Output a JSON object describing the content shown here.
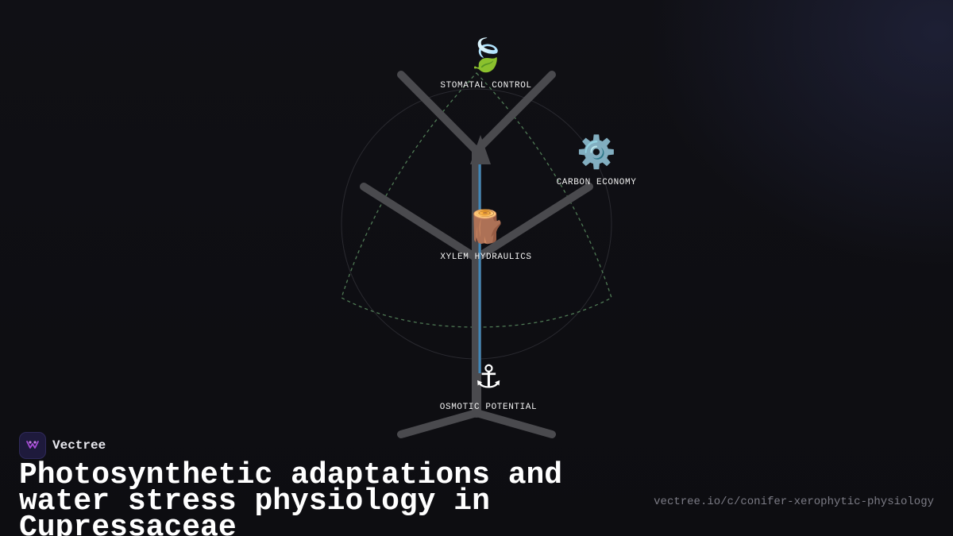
{
  "diagram": {
    "nodes": [
      {
        "id": "stomatal",
        "label": "STOMATAL CONTROL",
        "icon": "leaf-icon",
        "glyph": "🍃"
      },
      {
        "id": "carbon",
        "label": "CARBON ECONOMY",
        "icon": "gear-icon",
        "glyph": "⚙️"
      },
      {
        "id": "xylem",
        "label": "XYLEM HYDRAULICS",
        "icon": "log-icon",
        "glyph": "🪵"
      },
      {
        "id": "osmotic",
        "label": "OSMOTIC POTENTIAL",
        "icon": "anchor-icon",
        "glyph": "⚓"
      }
    ],
    "colors": {
      "branch": "#4a4a4e",
      "water_line": "#3f86b8",
      "dashed_outline": "#4f7a55",
      "circle": "#2a2a30"
    }
  },
  "brand": {
    "name": "Vectree",
    "logo_icon": "vectree-logo-icon",
    "accent": "#a64bd6"
  },
  "title": "Photosynthetic adaptations and water stress physiology in Cupressaceae",
  "url": "vectree.io/c/conifer-xerophytic-physiology"
}
